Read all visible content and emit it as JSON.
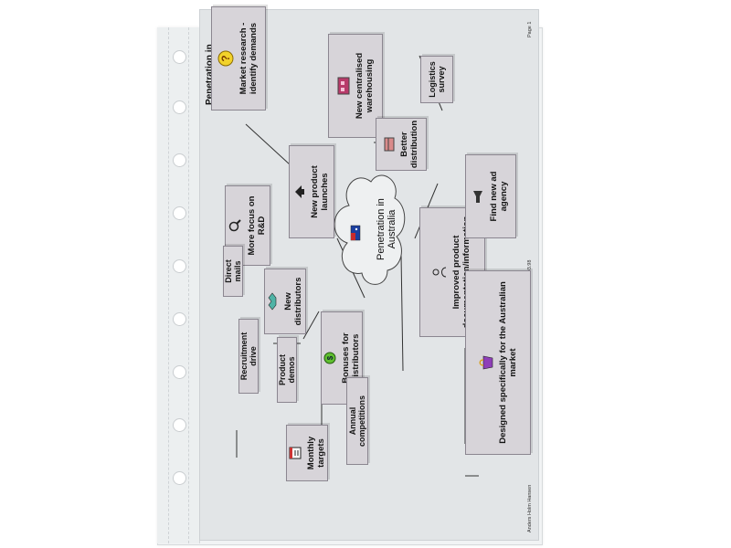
{
  "page_title": "Penetration in Australia",
  "page_number": "Page 1",
  "footer_author": "Anders Holm Hansen",
  "footer_date": "20.03.98",
  "center": {
    "label": "Penetration in Australia",
    "icon": "australia-flag-icon"
  },
  "nodes": {
    "market_research": "Market research - identify demands",
    "new_centralised_warehousing": "New centralised warehousing",
    "logistics_survey": "Logistics survey",
    "better_distribution": "Better distribution",
    "new_product_launches": "New product launches",
    "more_focus_rd": "More focus on R&D",
    "improved_documentation": "Improved product documentation/information",
    "find_new_ad_agency": "Find new ad agency",
    "direct_mails": "Direct mails",
    "new_distributors": "New distributors",
    "recruitment_drive": "Recruitment drive",
    "product_demos": "Product demos",
    "bonuses_distributors": "Bonuses for distributors",
    "designed_specifically": "Designed specifically for the Australian market",
    "annual_competitions": "Annual competitions",
    "monthly_targets": "Monthly targets"
  },
  "colors": {
    "node_fill": "#d7d4d9",
    "node_border": "#8b8690",
    "paper": "#e2e5e7",
    "sleeve": "#f1f3f4"
  }
}
